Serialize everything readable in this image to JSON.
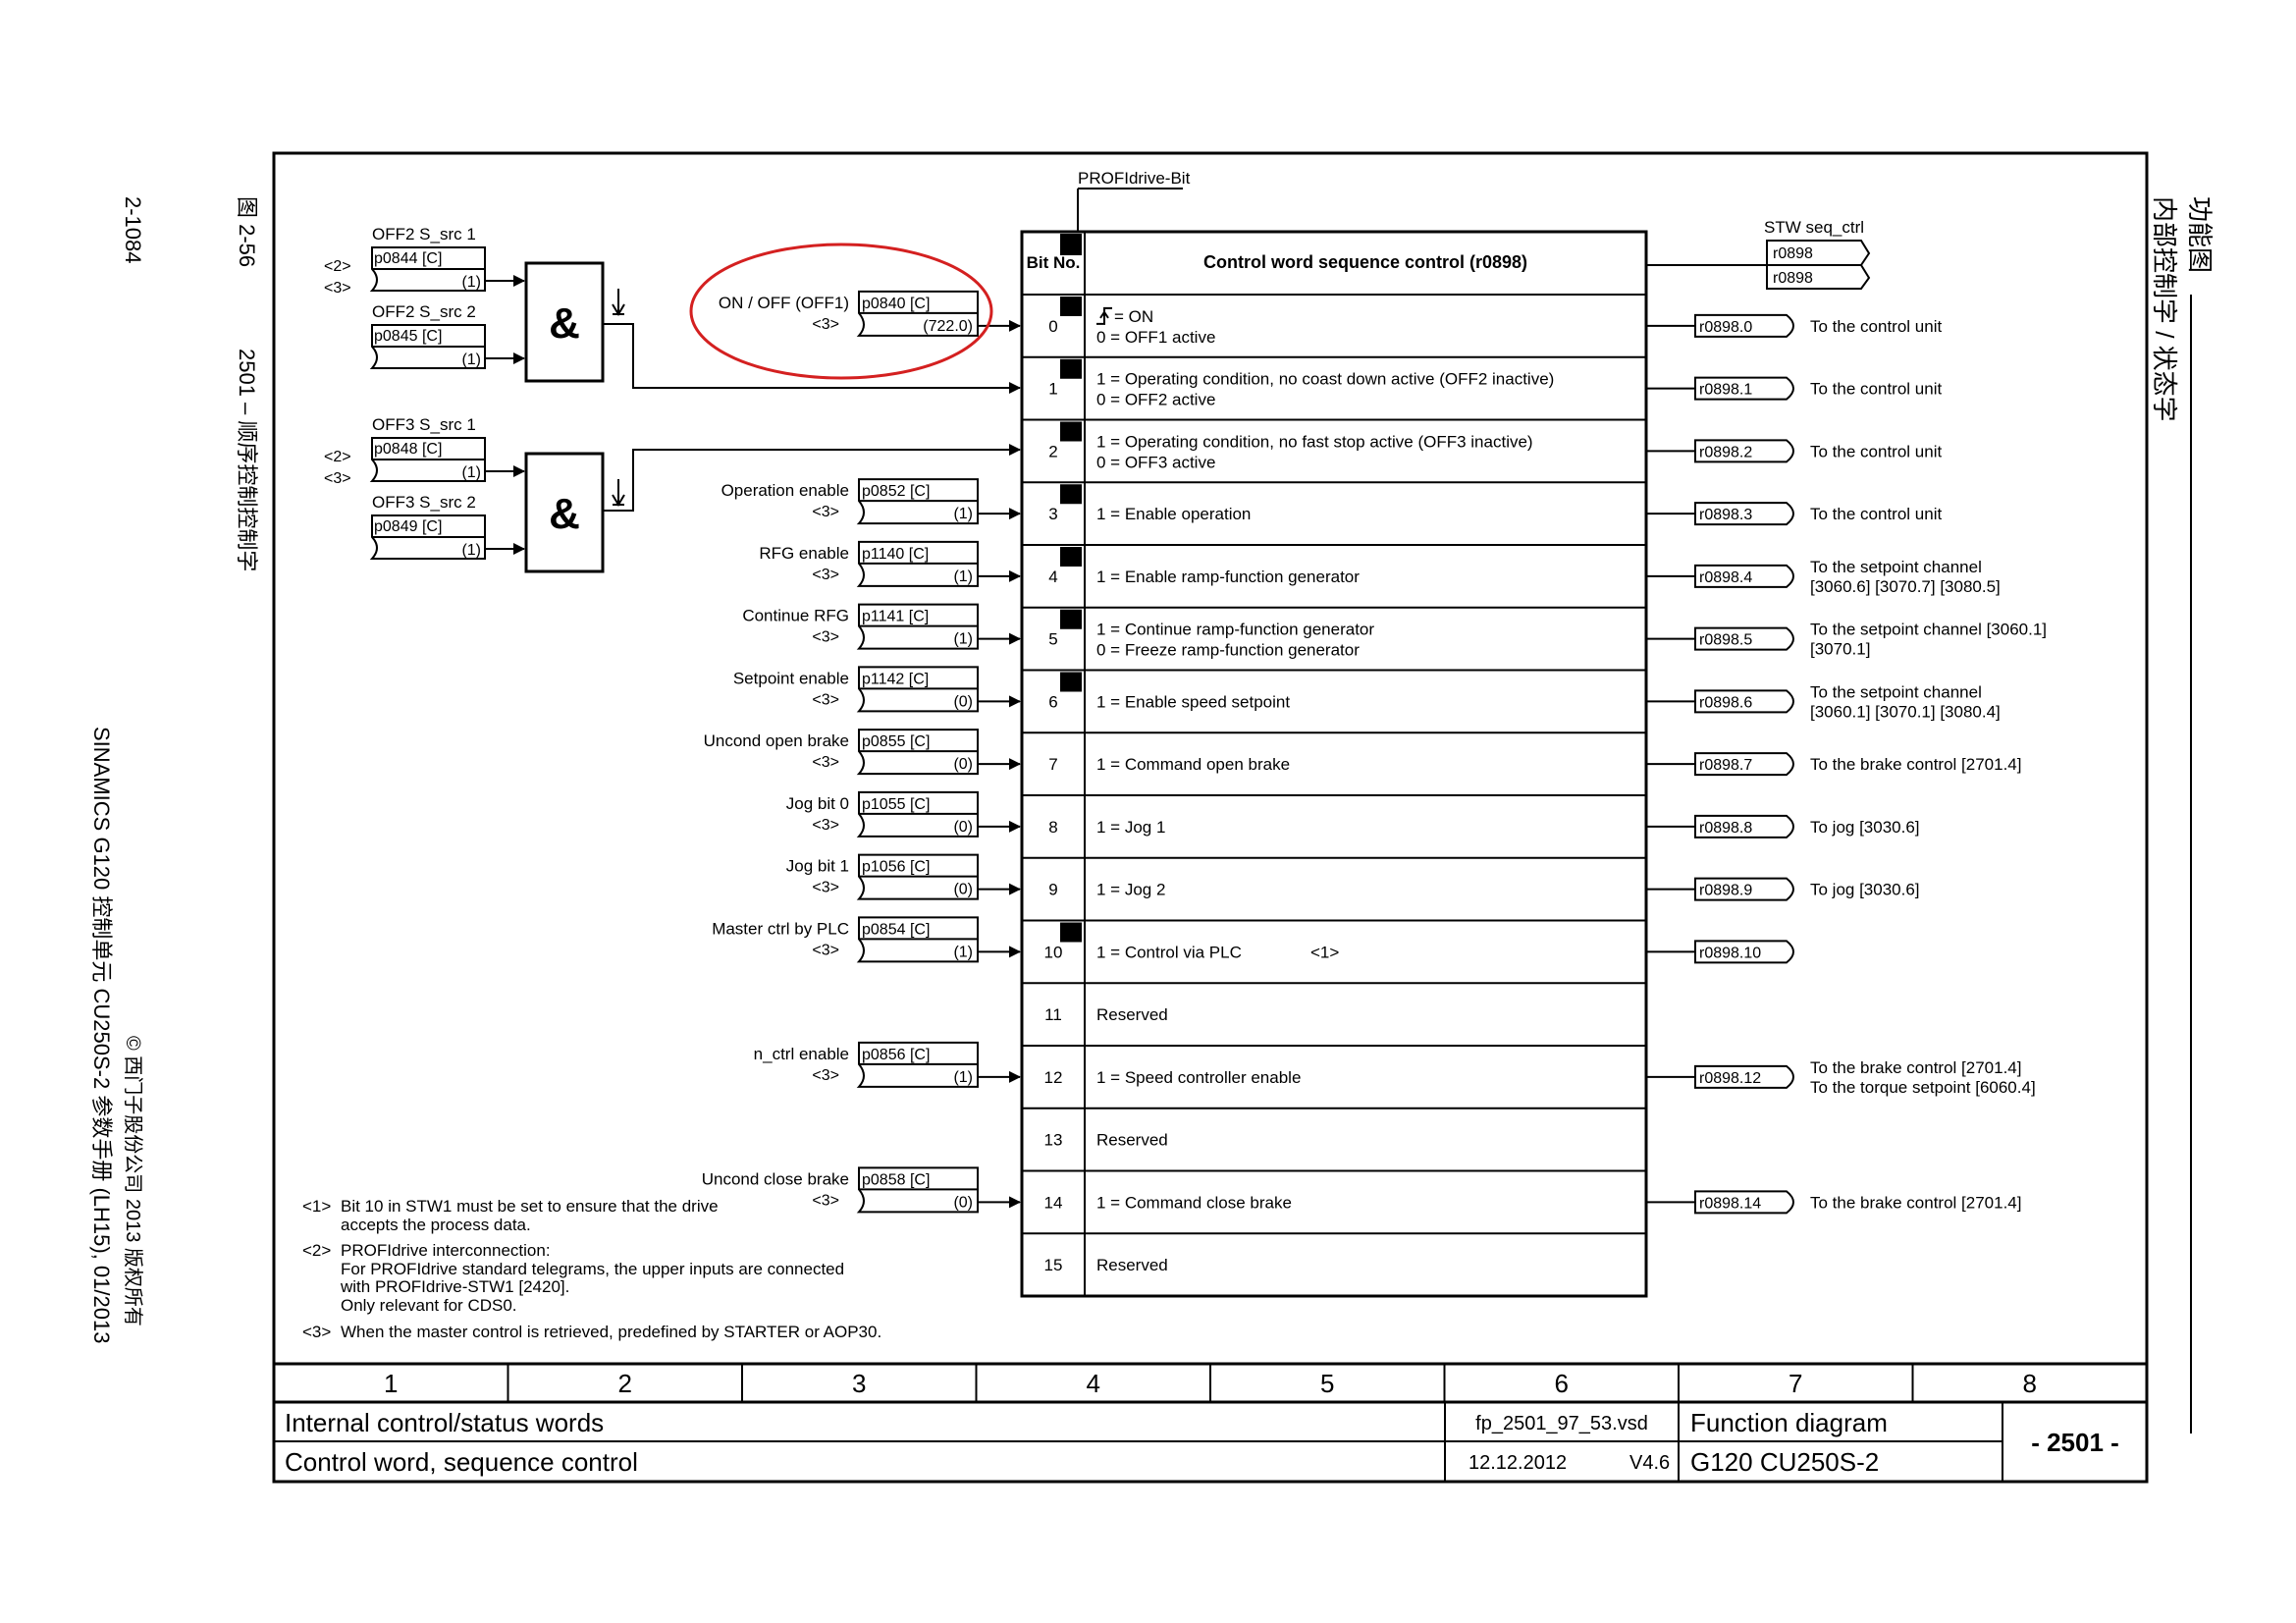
{
  "side": {
    "page_number": "2-1084",
    "figure_label": "图 2-56",
    "figure_title": "2501 – 顺序控制控制字",
    "manual": "SINAMICS G120 控制单元 CU250S-2 参数手册 (LH15), 01/2013",
    "copyright": "© 西门子股份公司 2013 版权所有",
    "right_title_1": "功能图",
    "right_title_2": "内部控制字 / 状态字"
  },
  "header": {
    "profidrive_bit": "PROFIdrive-Bit",
    "bit_no": "Bit No.",
    "table_title": "Control word sequence control (r0898)",
    "stw_label": "STW seq_ctrl",
    "stw_r1": "r0898",
    "stw_r2": "r0898"
  },
  "gates": {
    "off2_src1_label": "OFF2 S_src 1",
    "off2_src1_param": "p0844 [C]",
    "off2_src1_default": "(1)",
    "off2_src2_label": "OFF2 S_src 2",
    "off2_src2_param": "p0845 [C]",
    "off2_src2_default": "(1)",
    "off3_src1_label": "OFF3 S_src 1",
    "off3_src1_param": "p0848 [C]",
    "off3_src1_default": "(1)",
    "off3_src2_label": "OFF3 S_src 2",
    "off3_src2_param": "p0849 [C]",
    "off3_src2_default": "(1)",
    "and_symbol": "&",
    "ref2": "<2>",
    "ref3": "<3>"
  },
  "inputs": [
    {
      "label": "ON / OFF (OFF1)",
      "ref": "<3>",
      "param": "p0840 [C]",
      "default": "(722.0)"
    },
    {
      "label": "Operation enable",
      "ref": "<3>",
      "param": "p0852 [C]",
      "default": "(1)"
    },
    {
      "label": "RFG enable",
      "ref": "<3>",
      "param": "p1140 [C]",
      "default": "(1)"
    },
    {
      "label": "Continue RFG",
      "ref": "<3>",
      "param": "p1141 [C]",
      "default": "(1)"
    },
    {
      "label": "Setpoint enable",
      "ref": "<3>",
      "param": "p1142 [C]",
      "default": "(0)"
    },
    {
      "label": "Uncond open brake",
      "ref": "<3>",
      "param": "p0855 [C]",
      "default": "(0)"
    },
    {
      "label": "Jog bit 0",
      "ref": "<3>",
      "param": "p1055 [C]",
      "default": "(0)"
    },
    {
      "label": "Jog bit 1",
      "ref": "<3>",
      "param": "p1056 [C]",
      "default": "(0)"
    },
    {
      "label": "Master ctrl by PLC",
      "ref": "<3>",
      "param": "p0854 [C]",
      "default": "(1)"
    },
    {
      "label": "n_ctrl enable",
      "ref": "<3>",
      "param": "p0856 [C]",
      "default": "(1)"
    },
    {
      "label": "Uncond close brake",
      "ref": "<3>",
      "param": "p0858 [C]",
      "default": "(0)"
    }
  ],
  "bits": [
    {
      "no": "0",
      "line1": "= ON",
      "line2": "0 = OFF1 active",
      "out": "r0898.0",
      "dest1": "To the control unit",
      "dest2": "",
      "profidrive": true
    },
    {
      "no": "1",
      "line1": "1 = Operating condition, no coast down active (OFF2 inactive)",
      "line2": "0 = OFF2 active",
      "out": "r0898.1",
      "dest1": "To the control unit",
      "dest2": "",
      "profidrive": true
    },
    {
      "no": "2",
      "line1": "1 = Operating condition, no fast stop active (OFF3 inactive)",
      "line2": "0 = OFF3 active",
      "out": "r0898.2",
      "dest1": "To the control unit",
      "dest2": "",
      "profidrive": true
    },
    {
      "no": "3",
      "line1": "1 = Enable operation",
      "line2": "",
      "out": "r0898.3",
      "dest1": "To the control unit",
      "dest2": "",
      "profidrive": true
    },
    {
      "no": "4",
      "line1": "1 = Enable ramp-function generator",
      "line2": "",
      "out": "r0898.4",
      "dest1": "To the setpoint channel",
      "dest2": "[3060.6] [3070.7] [3080.5]",
      "profidrive": true
    },
    {
      "no": "5",
      "line1": "1 = Continue ramp-function generator",
      "line2": "0 = Freeze ramp-function generator",
      "out": "r0898.5",
      "dest1": "To the setpoint channel [3060.1]",
      "dest2": "[3070.1]",
      "profidrive": true
    },
    {
      "no": "6",
      "line1": "1 = Enable speed setpoint",
      "line2": "",
      "out": "r0898.6",
      "dest1": "To the setpoint channel",
      "dest2": "[3060.1] [3070.1] [3080.4]",
      "profidrive": true
    },
    {
      "no": "7",
      "line1": "1 = Command open brake",
      "line2": "",
      "out": "r0898.7",
      "dest1": "To the brake control [2701.4]",
      "dest2": "",
      "profidrive": false
    },
    {
      "no": "8",
      "line1": "1 = Jog 1",
      "line2": "",
      "out": "r0898.8",
      "dest1": "To jog [3030.6]",
      "dest2": "",
      "profidrive": false
    },
    {
      "no": "9",
      "line1": "1 = Jog 2",
      "line2": "",
      "out": "r0898.9",
      "dest1": "To jog [3030.6]",
      "dest2": "",
      "profidrive": false
    },
    {
      "no": "10",
      "line1": "1 = Control via PLC",
      "line2": "",
      "note": "<1>",
      "out": "r0898.10",
      "dest1": "",
      "dest2": "",
      "profidrive": true
    },
    {
      "no": "11",
      "line1": "Reserved",
      "line2": "",
      "out": "",
      "dest1": "",
      "dest2": "",
      "profidrive": false
    },
    {
      "no": "12",
      "line1": "1 = Speed controller enable",
      "line2": "",
      "out": "r0898.12",
      "dest1": "To the brake control [2701.4]",
      "dest2": "To the torque setpoint [6060.4]",
      "profidrive": false
    },
    {
      "no": "13",
      "line1": "Reserved",
      "line2": "",
      "out": "",
      "dest1": "",
      "dest2": "",
      "profidrive": false
    },
    {
      "no": "14",
      "line1": "1 = Command close brake",
      "line2": "",
      "out": "r0898.14",
      "dest1": "To the brake control [2701.4]",
      "dest2": "",
      "profidrive": false
    },
    {
      "no": "15",
      "line1": "Reserved",
      "line2": "",
      "out": "",
      "dest1": "",
      "dest2": "",
      "profidrive": false
    }
  ],
  "notes": {
    "n1_tag": "<1>",
    "n1_l1": "Bit 10 in STW1 must be set to ensure that the drive",
    "n1_l2": "accepts the process data.",
    "n2_tag": "<2>",
    "n2_l1": "PROFIdrive interconnection:",
    "n2_l2": "For PROFIdrive standard telegrams, the upper inputs are connected",
    "n2_l3": "with PROFIdrive-STW1 [2420].",
    "n2_l4": "Only relevant for CDS0.",
    "n3_tag": "<3>",
    "n3_l1": "When the master control is retrieved, predefined by STARTER or AOP30."
  },
  "footer": {
    "columns": [
      "1",
      "2",
      "3",
      "4",
      "5",
      "6",
      "7",
      "8"
    ],
    "title1": "Internal control/status words",
    "title2": "Control word, sequence control",
    "file": "fp_2501_97_53.vsd",
    "date": "12.12.2012",
    "version": "V4.6",
    "type": "Function diagram",
    "device": "G120 CU250S-2",
    "page": "- 2501 -"
  },
  "colors": {
    "highlight_ellipse": "#d42020",
    "line": "#000000"
  }
}
